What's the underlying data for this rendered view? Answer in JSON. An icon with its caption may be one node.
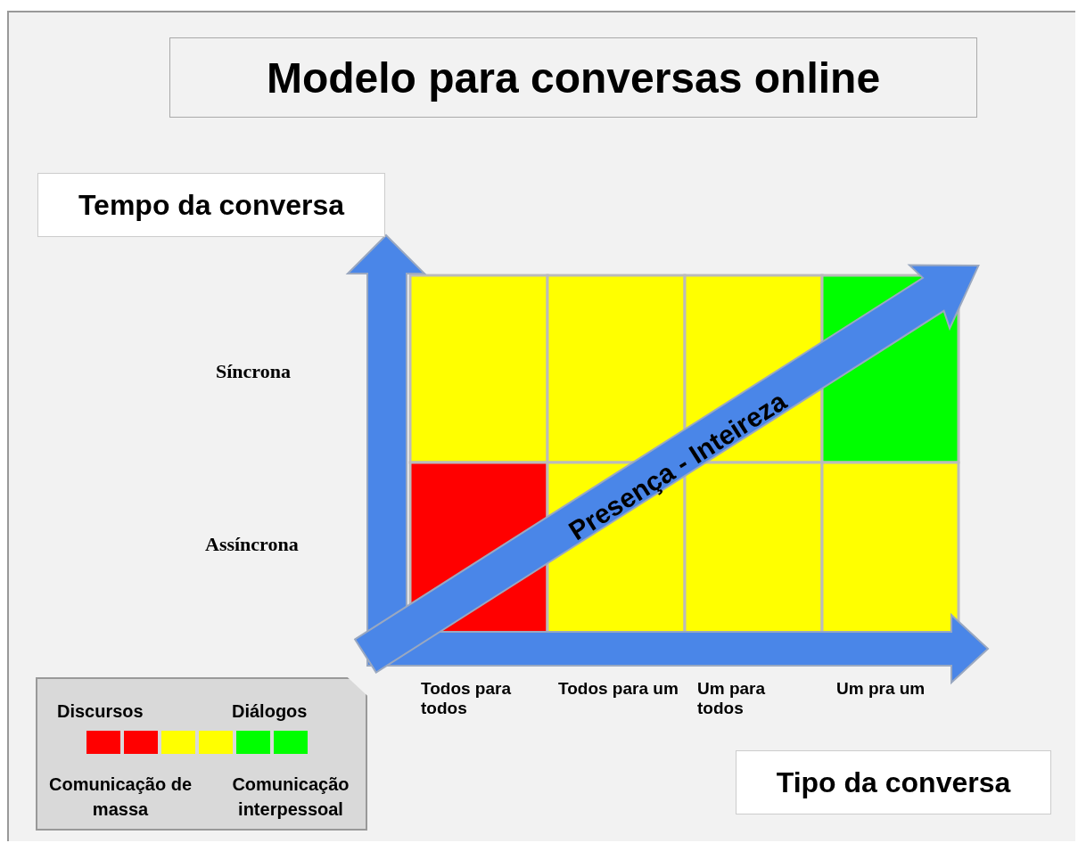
{
  "diagram": {
    "title": "Modelo para conversas online",
    "nodes": [
      {
        "text": [
          "Tempo da conversa"
        ]
      },
      {
        "text": [
          "Tipo da conversa"
        ]
      },
      {
        "text": [
          "Discursos",
          "Diálogos",
          "Comunicação de massa",
          "Comunicação interpessoal"
        ]
      }
    ],
    "edges": [],
    "labels": [
      "Síncrona",
      "Assíncrona",
      "Presença - Inteireza",
      "Todos para todos",
      "Todos para um",
      "Um para todos",
      "Um pra um"
    ]
  }
}
